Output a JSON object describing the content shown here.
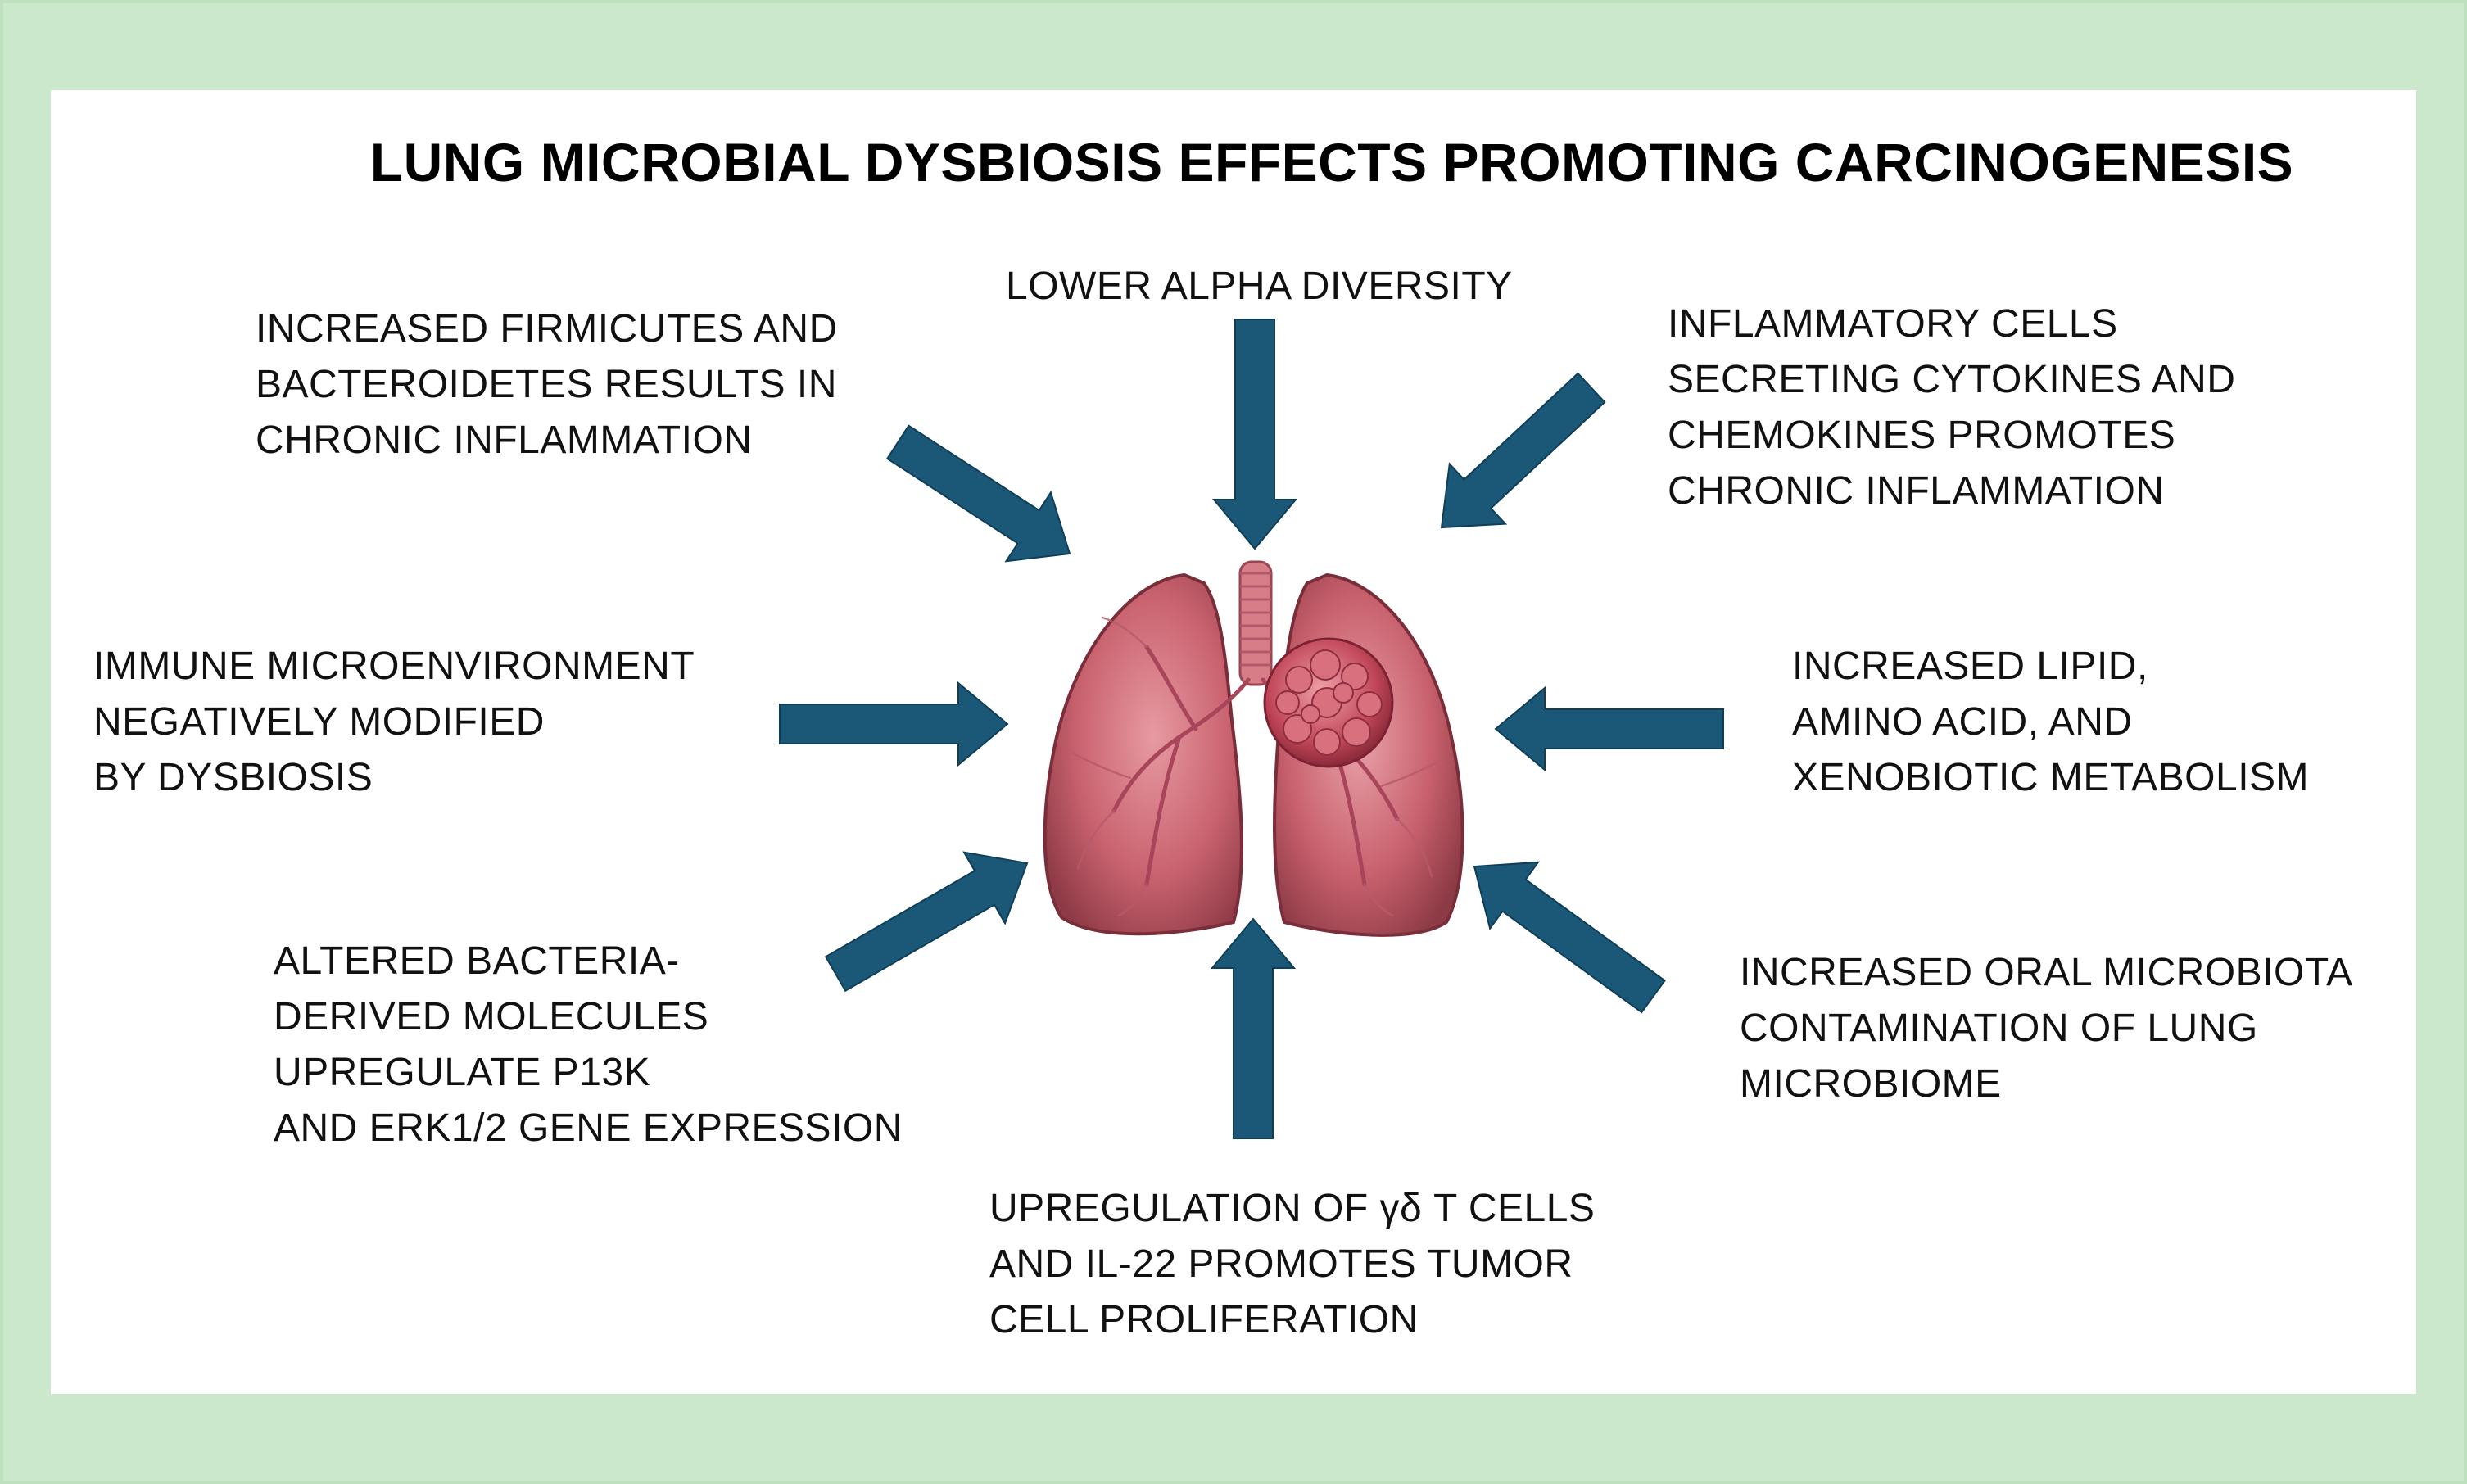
{
  "title": "LUNG MICROBIAL DYSBIOSIS EFFECTS PROMOTING CARCINOGENESIS",
  "colors": {
    "background_frame": "#cce8cc",
    "panel": "#ffffff",
    "arrow_fill": "#1b5878",
    "text": "#111111"
  },
  "center_icon": "lungs-with-tumor-icon",
  "effects": [
    {
      "id": "firmicutes",
      "lines": [
        "INCREASED FIRMICUTES AND",
        "BACTEROIDETES RESULTS IN",
        "CHRONIC INFLAMMATION"
      ]
    },
    {
      "id": "alpha",
      "lines": [
        "LOWER ALPHA DIVERSITY"
      ]
    },
    {
      "id": "cytokines",
      "lines": [
        "INFLAMMATORY CELLS",
        "SECRETING CYTOKINES AND",
        "CHEMOKINES PROMOTES",
        "CHRONIC INFLAMMATION"
      ]
    },
    {
      "id": "immune",
      "lines": [
        "IMMUNE MICROENVIRONMENT",
        "NEGATIVELY MODIFIED",
        "BY DYSBIOSIS"
      ]
    },
    {
      "id": "metabolism",
      "lines": [
        "INCREASED LIPID,",
        "AMINO ACID, AND",
        "XENOBIOTIC METABOLISM"
      ]
    },
    {
      "id": "molecules",
      "lines": [
        "ALTERED BACTERIA-",
        "DERIVED MOLECULES",
        "UPREGULATE P13K",
        "AND ERK1/2 GENE EXPRESSION"
      ]
    },
    {
      "id": "oral",
      "lines": [
        "INCREASED ORAL MICROBIOTA",
        "CONTAMINATION OF LUNG",
        "MICROBIOME"
      ]
    },
    {
      "id": "gammadelta",
      "lines": [
        "UPREGULATION OF γδ T CELLS",
        "AND IL-22 PROMOTES TUMOR",
        "CELL PROLIFERATION"
      ]
    }
  ]
}
